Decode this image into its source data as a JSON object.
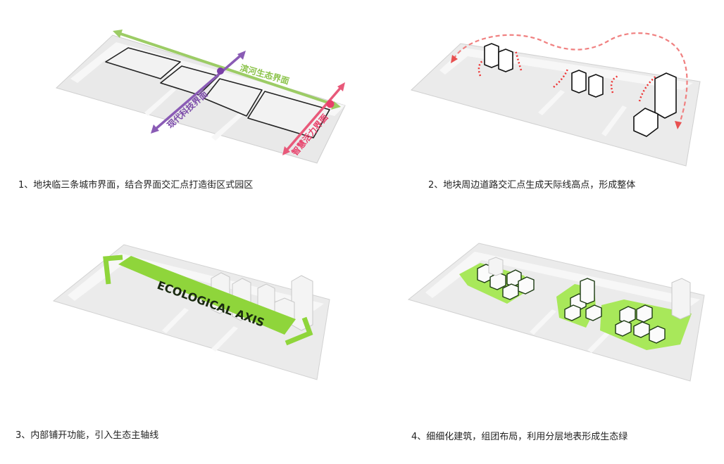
{
  "panels": [
    {
      "caption": "1、地块临三条城市界面，结合界面交汇点打造街区式园区",
      "labels": {
        "riverfront": "滨河生态界面",
        "tech": "现代科技界面",
        "vitality": "智慧活力界面"
      },
      "colors": {
        "riverfront": "#9ccc65",
        "tech": "#8a5bb5",
        "vitality": "#e8597a"
      }
    },
    {
      "caption": "2、地块周边道路交汇点生成天际线高点，形成整体",
      "colors": {
        "skyline_arrows": "#e85050"
      }
    },
    {
      "caption": "3、内部铺开功能，引入生态主轴线",
      "axis_label": "ECOLOGICAL AXIS",
      "colors": {
        "axis": "#8fd53b"
      }
    },
    {
      "caption": "4、细细化建筑，组团布局，利用分层地表形成生态绿",
      "colors": {
        "green": "#a8e85a"
      }
    }
  ]
}
